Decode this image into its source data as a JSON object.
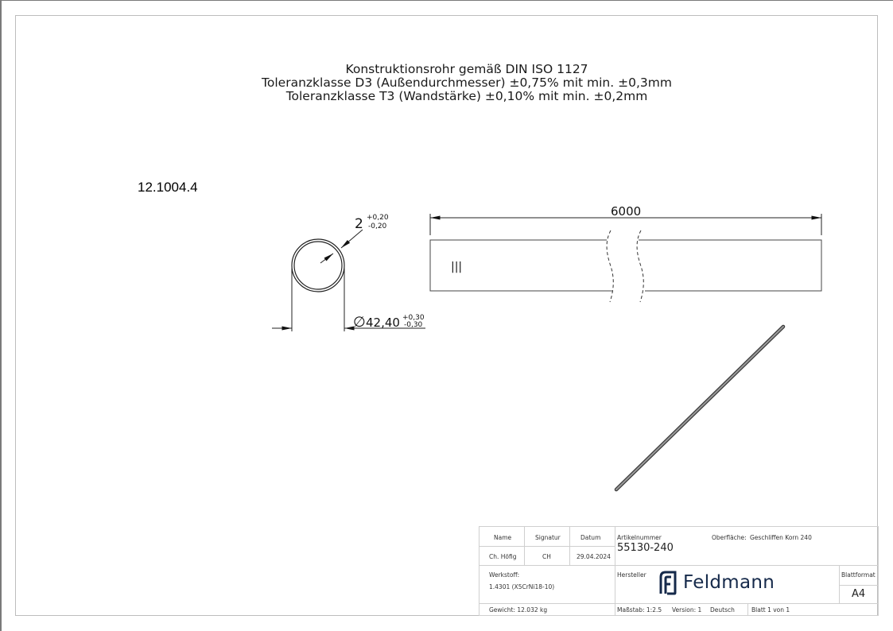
{
  "header": {
    "title_lines": [
      "Konstruktionsrohr gemäß DIN ISO 1127",
      "Toleranzklasse D3 (Außendurchmesser) ±0,75% mit min. ±0,3mm",
      "Toleranzklasse T3 (Wandstärke) ±0,10% mit min. ±0,2mm"
    ],
    "part_number": "12.1004.4"
  },
  "section_view": {
    "wall_thickness": "2",
    "wall_tol_plus": "+0,20",
    "wall_tol_minus": "-0,20",
    "diameter_symbol": "∅",
    "outer_diameter": "42,40",
    "od_tol_plus": "+0,30",
    "od_tol_minus": "-0,30"
  },
  "side_view": {
    "length": "6000",
    "marking": "|||"
  },
  "title_block": {
    "headers": {
      "name": "Name",
      "signature": "Signatur",
      "date": "Datum"
    },
    "values": {
      "name": "Ch. Höfig",
      "signature": "CH",
      "date": "29.04.2024"
    },
    "article_label": "Artikelnummer",
    "article_number": "55130-240",
    "surface_label": "Oberfläche:",
    "surface_value": "Geschliffen Korn 240",
    "material_label": "Werkstoff:",
    "material_value": "1.4301 (X5CrNi18-10)",
    "manufacturer_label": "Hersteller",
    "manufacturer_logo_text": "Feldmann",
    "sheet_format_label": "Blattformat",
    "sheet_format_value": "A4",
    "weight": "Gewicht: 12.032 kg",
    "scale": "Maßstab: 1:2.5",
    "version": "Version: 1",
    "language": "Deutsch",
    "sheet": "Blatt 1 von 1"
  },
  "colors": {
    "logo": "#15294a",
    "frame": "#bdbdbd",
    "lines": "#222222"
  }
}
